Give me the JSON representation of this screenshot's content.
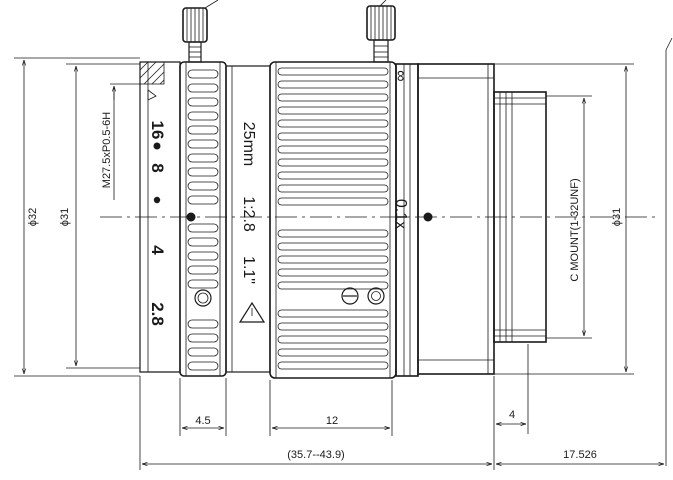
{
  "dimensions": {
    "outer_diameter": "ϕ32",
    "front_diameter": "ϕ31",
    "filter_thread": "M27.5xP0.5-6H",
    "mount_thread": "C MOUNT(1-32UNF)",
    "rear_diameter": "ϕ31",
    "focus_ring_width": "4.5",
    "zoom_ring_width": "12",
    "mount_length": "4",
    "total_length": "(35.7--43.9)",
    "flange_back": "17.526"
  },
  "aperture_scale": [
    "16",
    "8",
    "4",
    "2.8"
  ],
  "lens_spec": {
    "focal": "25mm",
    "aperture": "1:2.8",
    "format": "1.1\""
  },
  "focus_mark": "0.1x",
  "infinity_mark": "∞"
}
